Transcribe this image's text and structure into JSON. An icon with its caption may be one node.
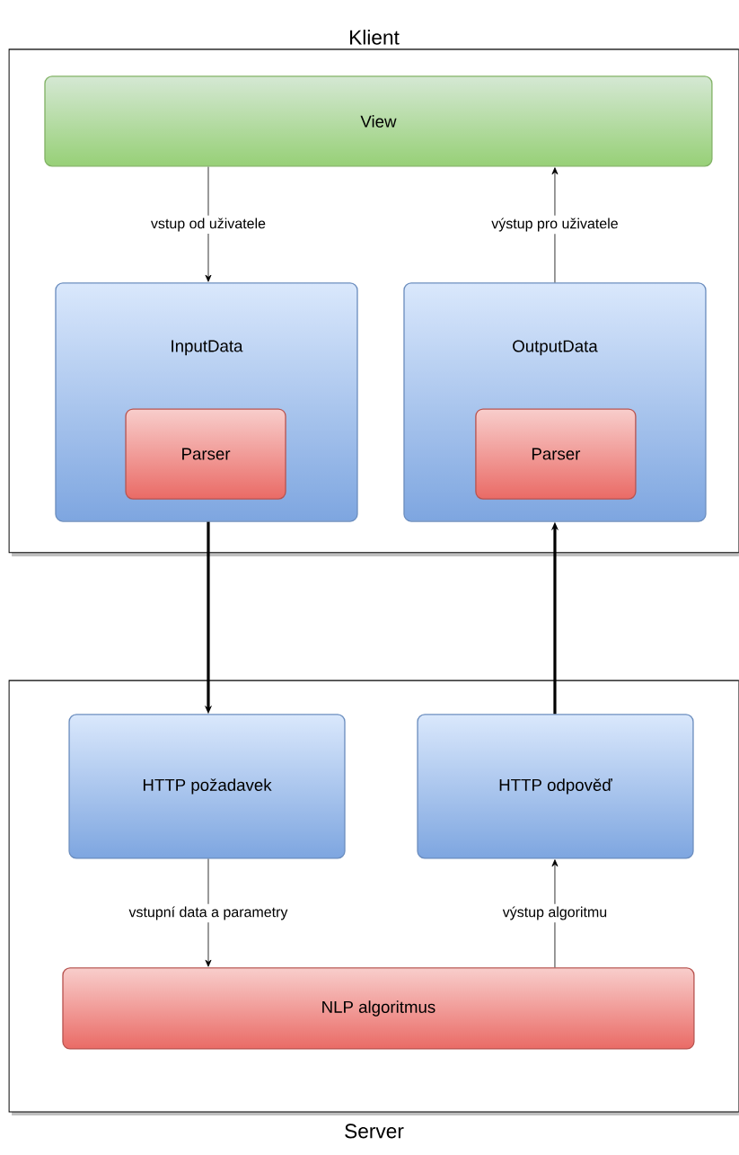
{
  "diagram": {
    "nodes": [
      {
        "text": [
          "Klient"
        ]
      },
      {
        "text": [
          "View"
        ],
        "in": 0
      },
      {
        "text": [
          "InputData"
        ],
        "in": 0
      },
      {
        "text": [
          "Parser"
        ],
        "in": 2
      },
      {
        "text": [
          "OutputData"
        ],
        "in": 0
      },
      {
        "text": [
          "Parser"
        ],
        "in": 4
      },
      {
        "text": [
          "Server"
        ]
      },
      {
        "text": [
          "HTTP požadavek"
        ],
        "in": 6
      },
      {
        "text": [
          "HTTP odpověď"
        ],
        "in": 6
      },
      {
        "text": [
          "NLP algoritmus"
        ],
        "in": 6
      }
    ],
    "edges": [
      {
        "from": 1,
        "to": 2,
        "arrow": "to",
        "label": "vstup od uživatele"
      },
      {
        "from": 4,
        "to": 1,
        "arrow": "to",
        "label": "výstup pro uživatele"
      },
      {
        "from": 2,
        "to": 7,
        "arrow": "to",
        "style": "thick"
      },
      {
        "from": 8,
        "to": 4,
        "arrow": "to",
        "style": "thick"
      },
      {
        "from": 7,
        "to": 9,
        "arrow": "to",
        "label": "vstupní data a parametry"
      },
      {
        "from": 9,
        "to": 8,
        "arrow": "to",
        "label": "výstup algoritmu"
      }
    ]
  }
}
